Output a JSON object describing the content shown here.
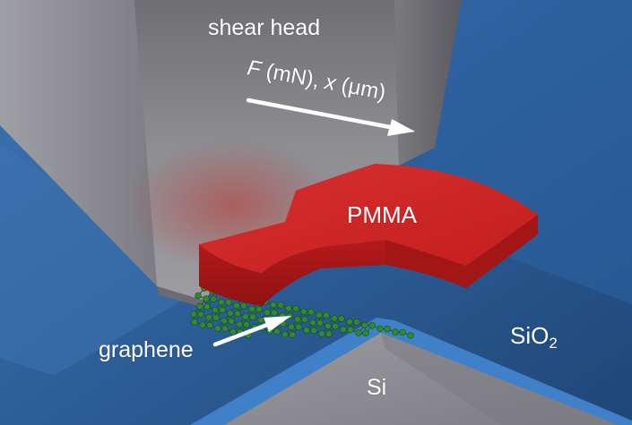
{
  "labels": {
    "shear_head": "shear head",
    "force_var": "F",
    "force_unit": "(mN),",
    "disp_var": "x",
    "disp_unit": "(μm)",
    "pmma": "PMMA",
    "graphene": "graphene",
    "sio2_base": "SiO",
    "sio2_sub": "2",
    "si": "Si"
  },
  "colors": {
    "background_blue": "#2d5f96",
    "shear_head_gray": "#8a8a8f",
    "pmma_red": "#cf2323",
    "graphene_green": "#2f8a32",
    "silicon_gray": "#8d8d93",
    "arrow_white": "#ffffff"
  }
}
